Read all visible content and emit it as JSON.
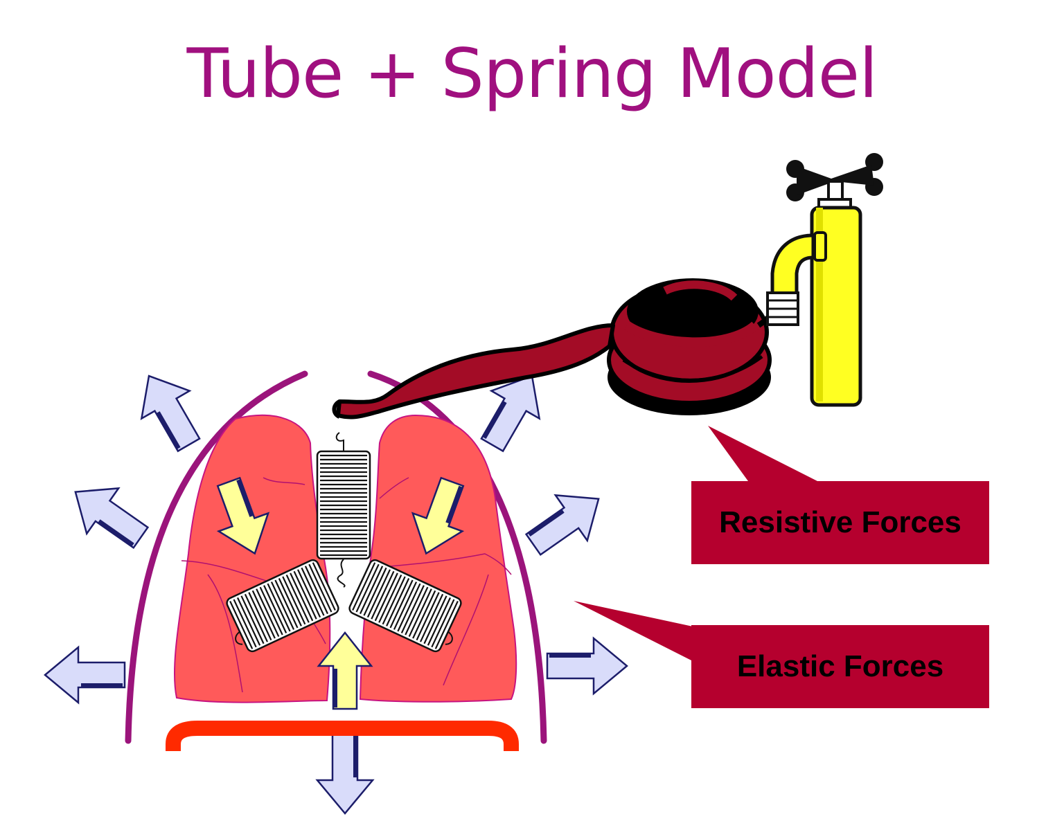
{
  "title": "Tube + Spring Model",
  "labels": {
    "resistive": "Resistive Forces",
    "elastic": "Elastic Forces"
  },
  "colors": {
    "title": "#a0107f",
    "label_fill": "#b5002e",
    "lung": "#ff5a5a",
    "chest_wall": "#9b147b",
    "diaphragm": "#ff2a00",
    "expansion_arrow": "#d9dcfa",
    "recoil_arrow": "#ffff99",
    "hose": "#a30c26",
    "faucet": "#ffff22"
  }
}
